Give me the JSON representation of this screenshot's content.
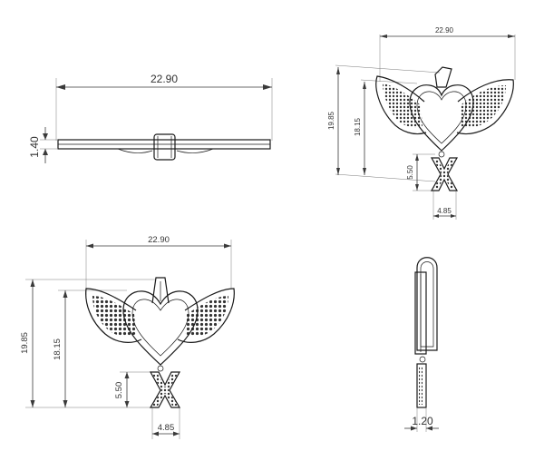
{
  "views": {
    "top": {
      "width": "22.90",
      "thickness": "1.40"
    },
    "iso": {
      "width": "22.90",
      "height": "19.85",
      "heart_height": "18.15",
      "letter_height": "5.50",
      "letter_width": "4.85"
    },
    "front": {
      "width": "22.90",
      "height": "19.85",
      "heart_height": "18.15",
      "letter_height": "5.50",
      "letter_width": "4.85",
      "letter": "X"
    },
    "side": {
      "thickness": "1.20"
    }
  }
}
